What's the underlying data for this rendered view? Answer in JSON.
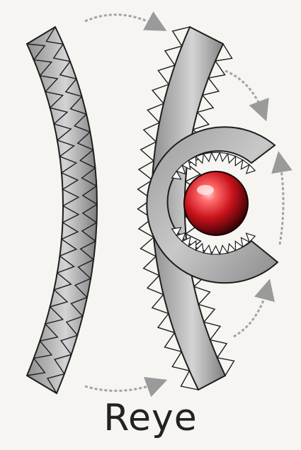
{
  "logo": {
    "caption": "Reye",
    "colors": {
      "background": "#f6f5f1",
      "band_light": "#c9c9c9",
      "band_dark": "#8a8a8a",
      "outline": "#1e1e1e",
      "arrow": "#9a9a9a",
      "sphere_highlight": "#ffb0b0",
      "sphere_mid": "#d8202a",
      "sphere_dark": "#3a0505"
    },
    "icons": [
      "left-jaw-band",
      "middle-jaw-band",
      "c-jaw",
      "red-eye-sphere",
      "rotation-arrows"
    ]
  }
}
